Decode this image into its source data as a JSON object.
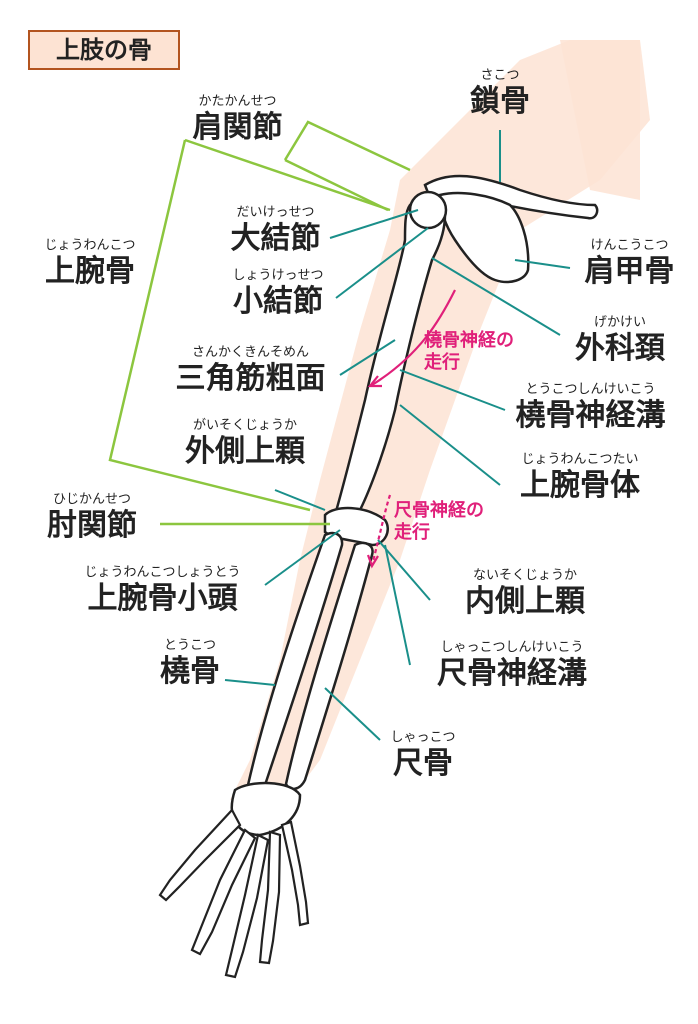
{
  "title": "上肢の骨",
  "colors": {
    "skin": "#fde3d3",
    "leader_line": "#1a8f8a",
    "bracket": "#8cc63f",
    "nerve": "#e0207a",
    "bone_outline": "#222222"
  },
  "labels": {
    "sakotsu": {
      "ruby": "さこつ",
      "text": "鎖骨"
    },
    "kenkansetsu": {
      "ruby": "かたかんせつ",
      "text": "肩関節"
    },
    "daikessetsu": {
      "ruby": "だいけっせつ",
      "text": "大結節"
    },
    "jowankotsu": {
      "ruby": "じょうわんこつ",
      "text": "上腕骨"
    },
    "shokessetsu": {
      "ruby": "しょうけっせつ",
      "text": "小結節"
    },
    "kenkokotsu": {
      "ruby": "けんこうこつ",
      "text": "肩甲骨"
    },
    "gekakei": {
      "ruby": "げかけい",
      "text": "外科頚"
    },
    "sankaku": {
      "ruby": "さんかくきんそめん",
      "text": "三角筋粗面"
    },
    "tokotsu_shinkeiko": {
      "ruby": "とうこつしんけいこう",
      "text": "橈骨神経溝"
    },
    "gaisoku": {
      "ruby": "がいそくじょうか",
      "text": "外側上顆"
    },
    "jowankotsutai": {
      "ruby": "じょうわんこつたい",
      "text": "上腕骨体"
    },
    "chukansetsu": {
      "ruby": "ひじかんせつ",
      "text": "肘関節"
    },
    "jowankotsu_shoto": {
      "ruby": "じょうわんこつしょうとう",
      "text": "上腕骨小頭"
    },
    "naisoku": {
      "ruby": "ないそくじょうか",
      "text": "内側上顆"
    },
    "tokotsu": {
      "ruby": "とうこつ",
      "text": "橈骨"
    },
    "shakkotsu_shinkeiko": {
      "ruby": "しゃっこつしんけいこう",
      "text": "尺骨神経溝"
    },
    "shakkotsu": {
      "ruby": "しゃっこつ",
      "text": "尺骨"
    }
  },
  "nerves": {
    "radial": {
      "line1": "橈骨神経の",
      "line2": "走行"
    },
    "ulnar": {
      "line1": "尺骨神経の",
      "line2": "走行"
    }
  }
}
